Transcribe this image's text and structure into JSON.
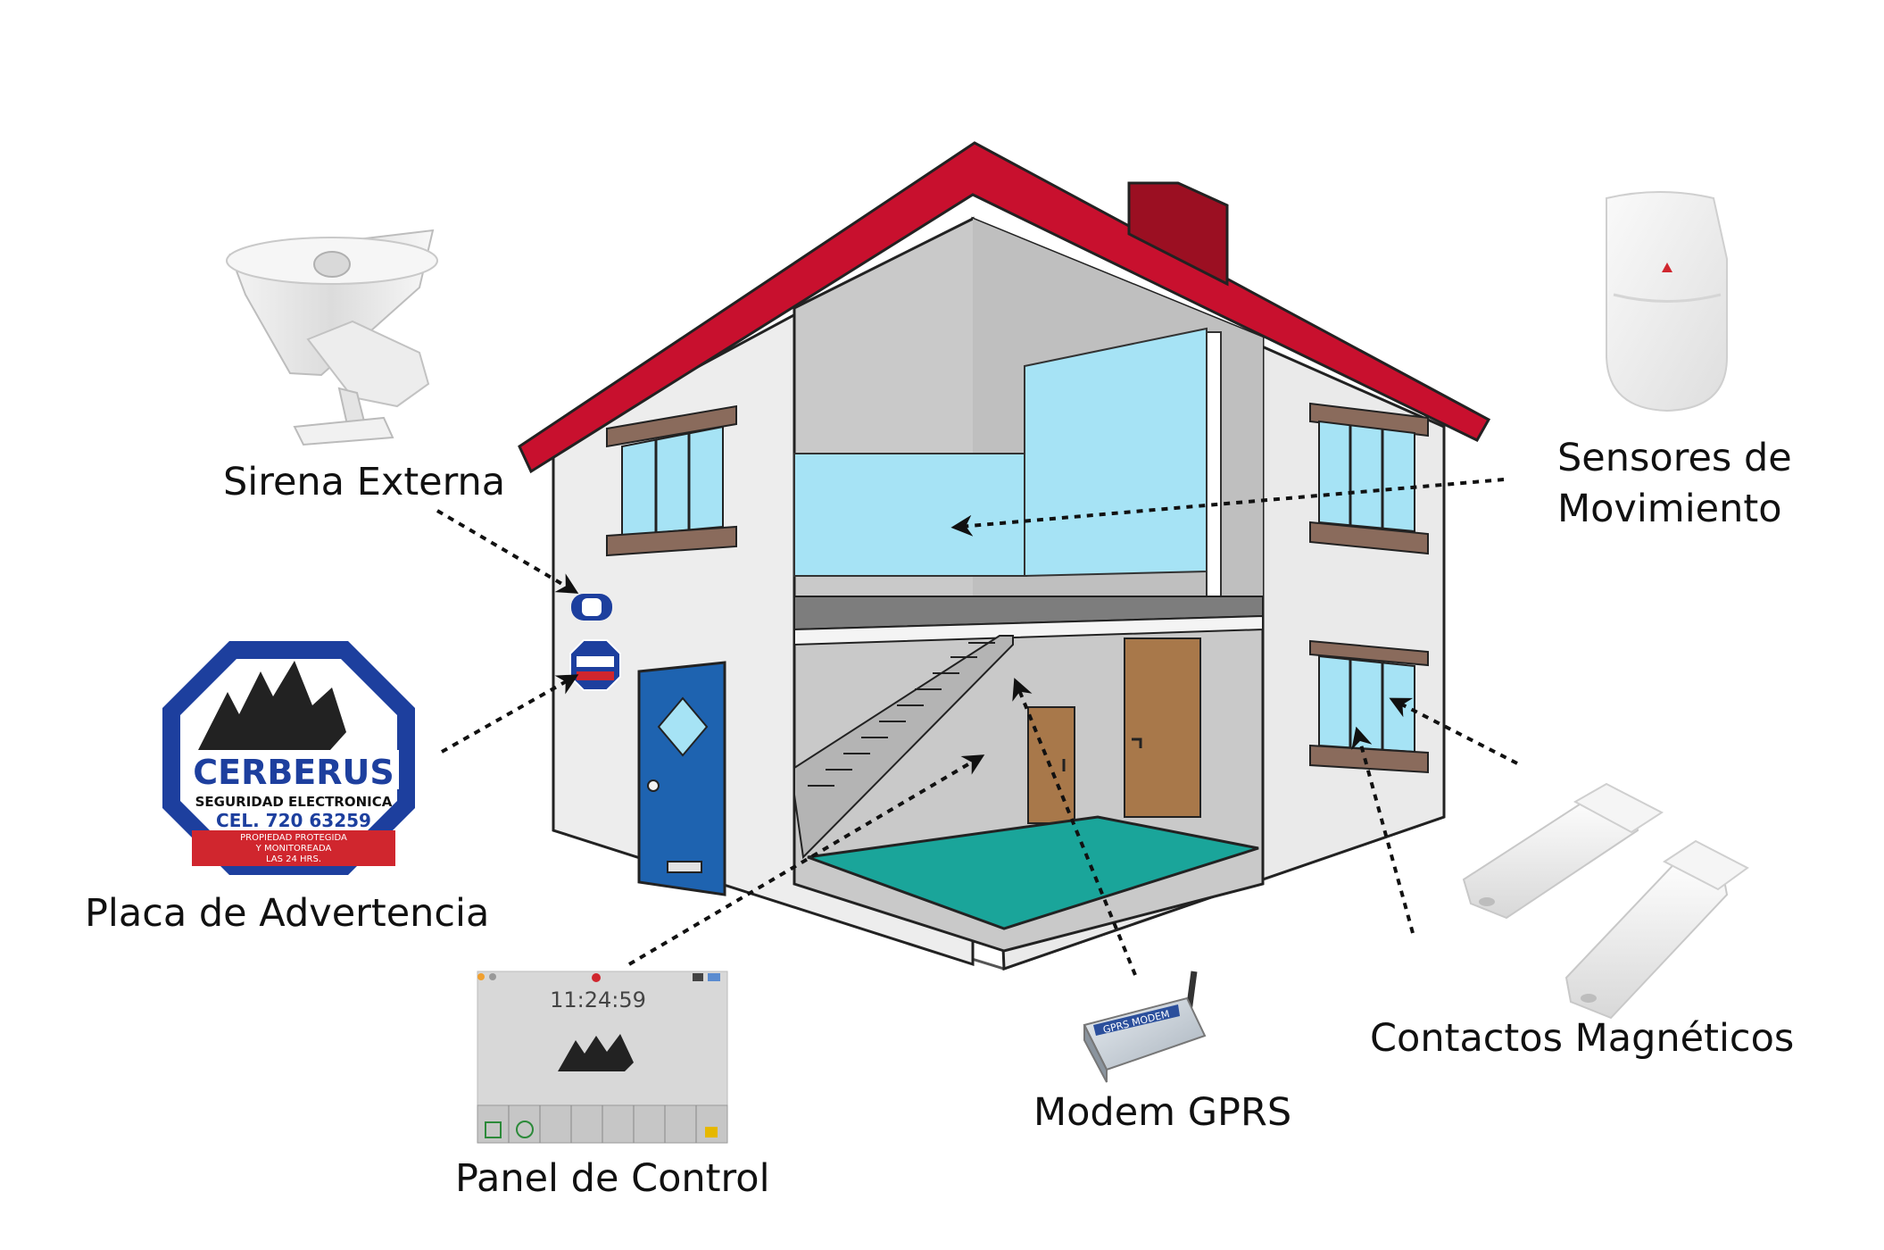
{
  "labels": {
    "sirena": "Sirena Externa",
    "sensores_line1": "Sensores de",
    "sensores_line2": "Movimiento",
    "placa": "Placa de Advertencia",
    "contactos": "Contactos Magnéticos",
    "modem": "Modem GPRS",
    "panel": "Panel de Control"
  },
  "sign": {
    "brand": "CERBERUS",
    "subtitle": "SEGURIDAD ELECTRONICA",
    "phone": "CEL. 720 63259",
    "red_line1": "PROPIEDAD PROTEGIDA",
    "red_line2": "Y MONITOREADA",
    "red_line3": "LAS 24 HRS."
  },
  "panel_screen": {
    "time": "11:24:59"
  },
  "modem_device": {
    "text": "GPRS MODEM"
  },
  "colors": {
    "roof": "#c8102e",
    "wall": "#f1f1f1",
    "interior": "#cfcfcf",
    "glass": "#a6e3f5",
    "floor_teal": "#1aa59a",
    "front_door": "#1e63b0",
    "wood_door": "#a8784a",
    "sill": "#7f6255",
    "sign_blue": "#1d3f9e",
    "sign_red": "#d0262e"
  }
}
